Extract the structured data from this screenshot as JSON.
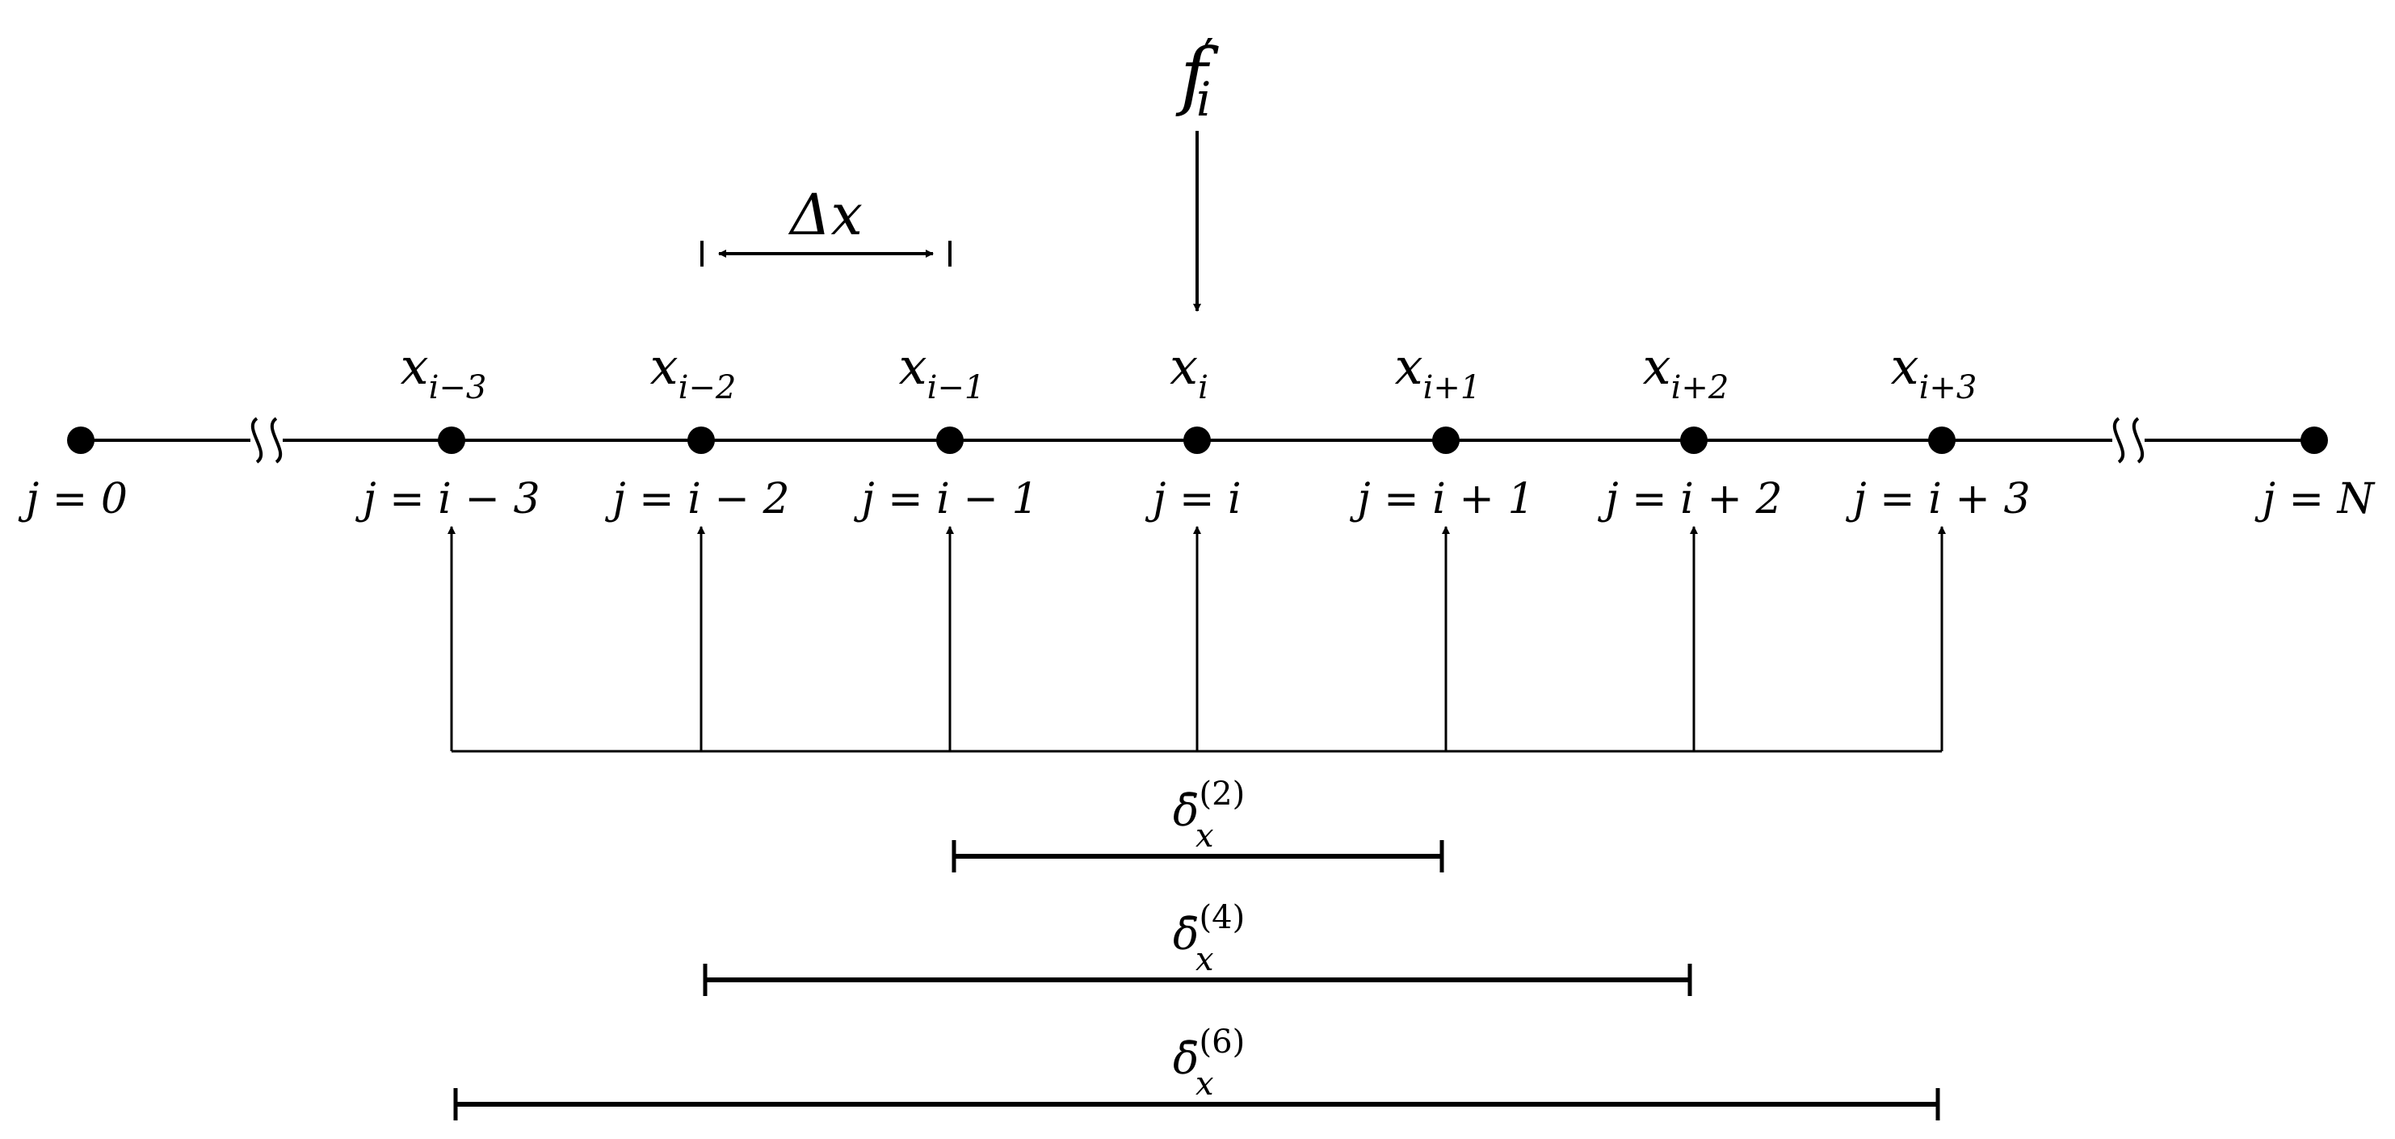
{
  "derivative": {
    "symbol": "f",
    "prime": "′",
    "sub": "i"
  },
  "spacing": {
    "label": "Δx"
  },
  "nodes": [
    {
      "top_base": "",
      "top_sub": "",
      "bottom": "j = 0"
    },
    {
      "top_base": "x",
      "top_sub": "i−3",
      "bottom": "j = i − 3"
    },
    {
      "top_base": "x",
      "top_sub": "i−2",
      "bottom": "j = i − 2"
    },
    {
      "top_base": "x",
      "top_sub": "i−1",
      "bottom": "j = i − 1"
    },
    {
      "top_base": "x",
      "top_sub": "i",
      "bottom": "j = i"
    },
    {
      "top_base": "x",
      "top_sub": "i+1",
      "bottom": "j = i + 1"
    },
    {
      "top_base": "x",
      "top_sub": "i+2",
      "bottom": "j = i + 2"
    },
    {
      "top_base": "x",
      "top_sub": "i+3",
      "bottom": "j = i + 3"
    },
    {
      "top_base": "",
      "top_sub": "",
      "bottom": "j = N"
    }
  ],
  "stencils": [
    {
      "base": "δ̄",
      "sub": "x",
      "sup": "(2)",
      "from_node": 3,
      "to_node": 5
    },
    {
      "base": "δ̄",
      "sub": "x",
      "sup": "(4)",
      "from_node": 2,
      "to_node": 6
    },
    {
      "base": "δ̄",
      "sub": "x",
      "sup": "(6)",
      "from_node": 1,
      "to_node": 7
    }
  ]
}
